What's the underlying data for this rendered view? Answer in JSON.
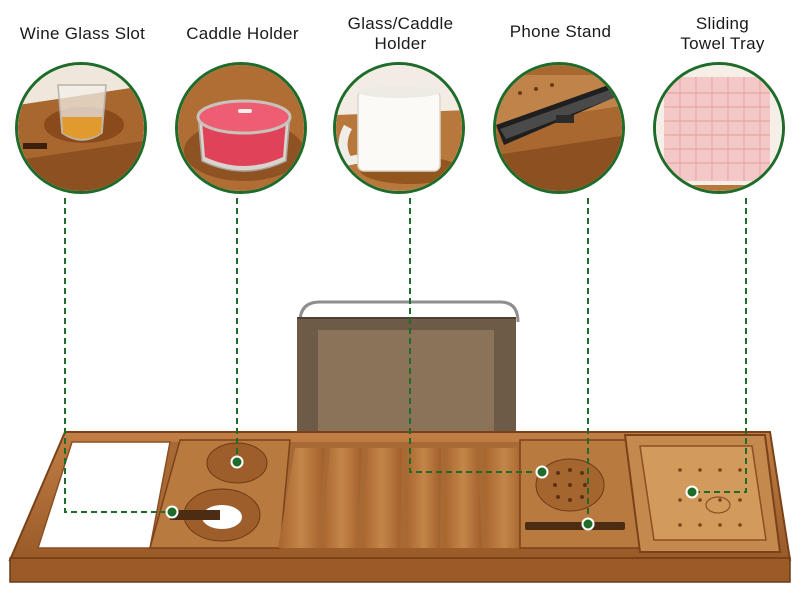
{
  "features": [
    {
      "label": "Wine Glass Slot",
      "icon": "wine-glass-icon"
    },
    {
      "label": "Caddle Holder",
      "icon": "candle-icon"
    },
    {
      "label": "Glass/Caddle\nHolder",
      "icon": "mug-icon"
    },
    {
      "label": "Phone Stand",
      "icon": "phone-icon"
    },
    {
      "label": "Sliding\nTowel Tray",
      "icon": "towel-icon"
    }
  ],
  "colors": {
    "accent": "#1f6b2a",
    "wood": "#b5733a",
    "wood_dark": "#8a4f22",
    "book_stand": "#6d5b47"
  }
}
